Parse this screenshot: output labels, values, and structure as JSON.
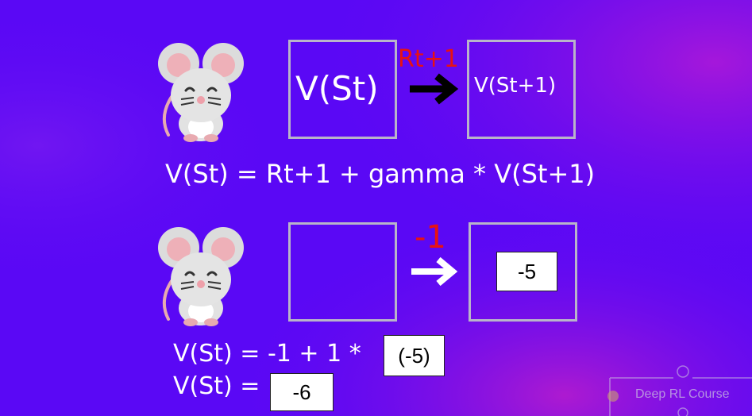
{
  "top_row": {
    "state_label": "V(St)",
    "reward_label": "Rt+1",
    "next_state_label": "V(St+1)"
  },
  "equation": "V(St) = Rt+1 + gamma * V(St+1)",
  "bottom_row": {
    "reward_label": "-1",
    "next_state_value": "-5"
  },
  "calc": {
    "line1": "V(St) = -1 + 1 *",
    "line1_value": "(-5)",
    "line2": "V(St) =",
    "line2_value": "-6"
  },
  "logo": {
    "text": "Deep RL Course"
  },
  "colors": {
    "background": "#5a08f5",
    "cell_border": "#b9b4c9",
    "reward": "#e81212",
    "top_arrow": "#000000",
    "bottom_arrow": "#ffffff"
  }
}
